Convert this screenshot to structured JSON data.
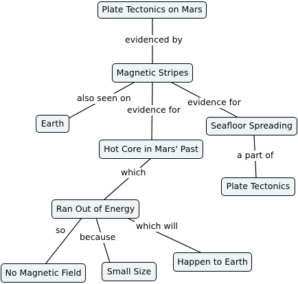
{
  "nodes": {
    "plate_tectonics_on_mars": "Plate Tectonics on Mars",
    "magnetic_stripes": "Magnetic Stripes",
    "earth": "Earth",
    "seafloor_spreading": "Seafloor Spreading",
    "hot_core": "Hot Core in Mars' Past",
    "plate_tectonics": "Plate Tectonics",
    "ran_out_of_energy": "Ran Out of Energy",
    "no_magnetic_field": "No Magnetic Field",
    "small_size": "Small Size",
    "happen_to_earth": "Happen to Earth"
  },
  "links": {
    "evidenced_by": "evidenced by",
    "also_seen_on": "also seen on",
    "evidence_for_core": "evidence for",
    "evidence_for_seafloor": "evidence for",
    "a_part_of": "a part of",
    "which": "which",
    "so": "so",
    "because": "because",
    "which_will": "which will"
  },
  "colors": {
    "node_fill": "#eef5f7",
    "node_border": "#000000",
    "line": "#000000"
  }
}
